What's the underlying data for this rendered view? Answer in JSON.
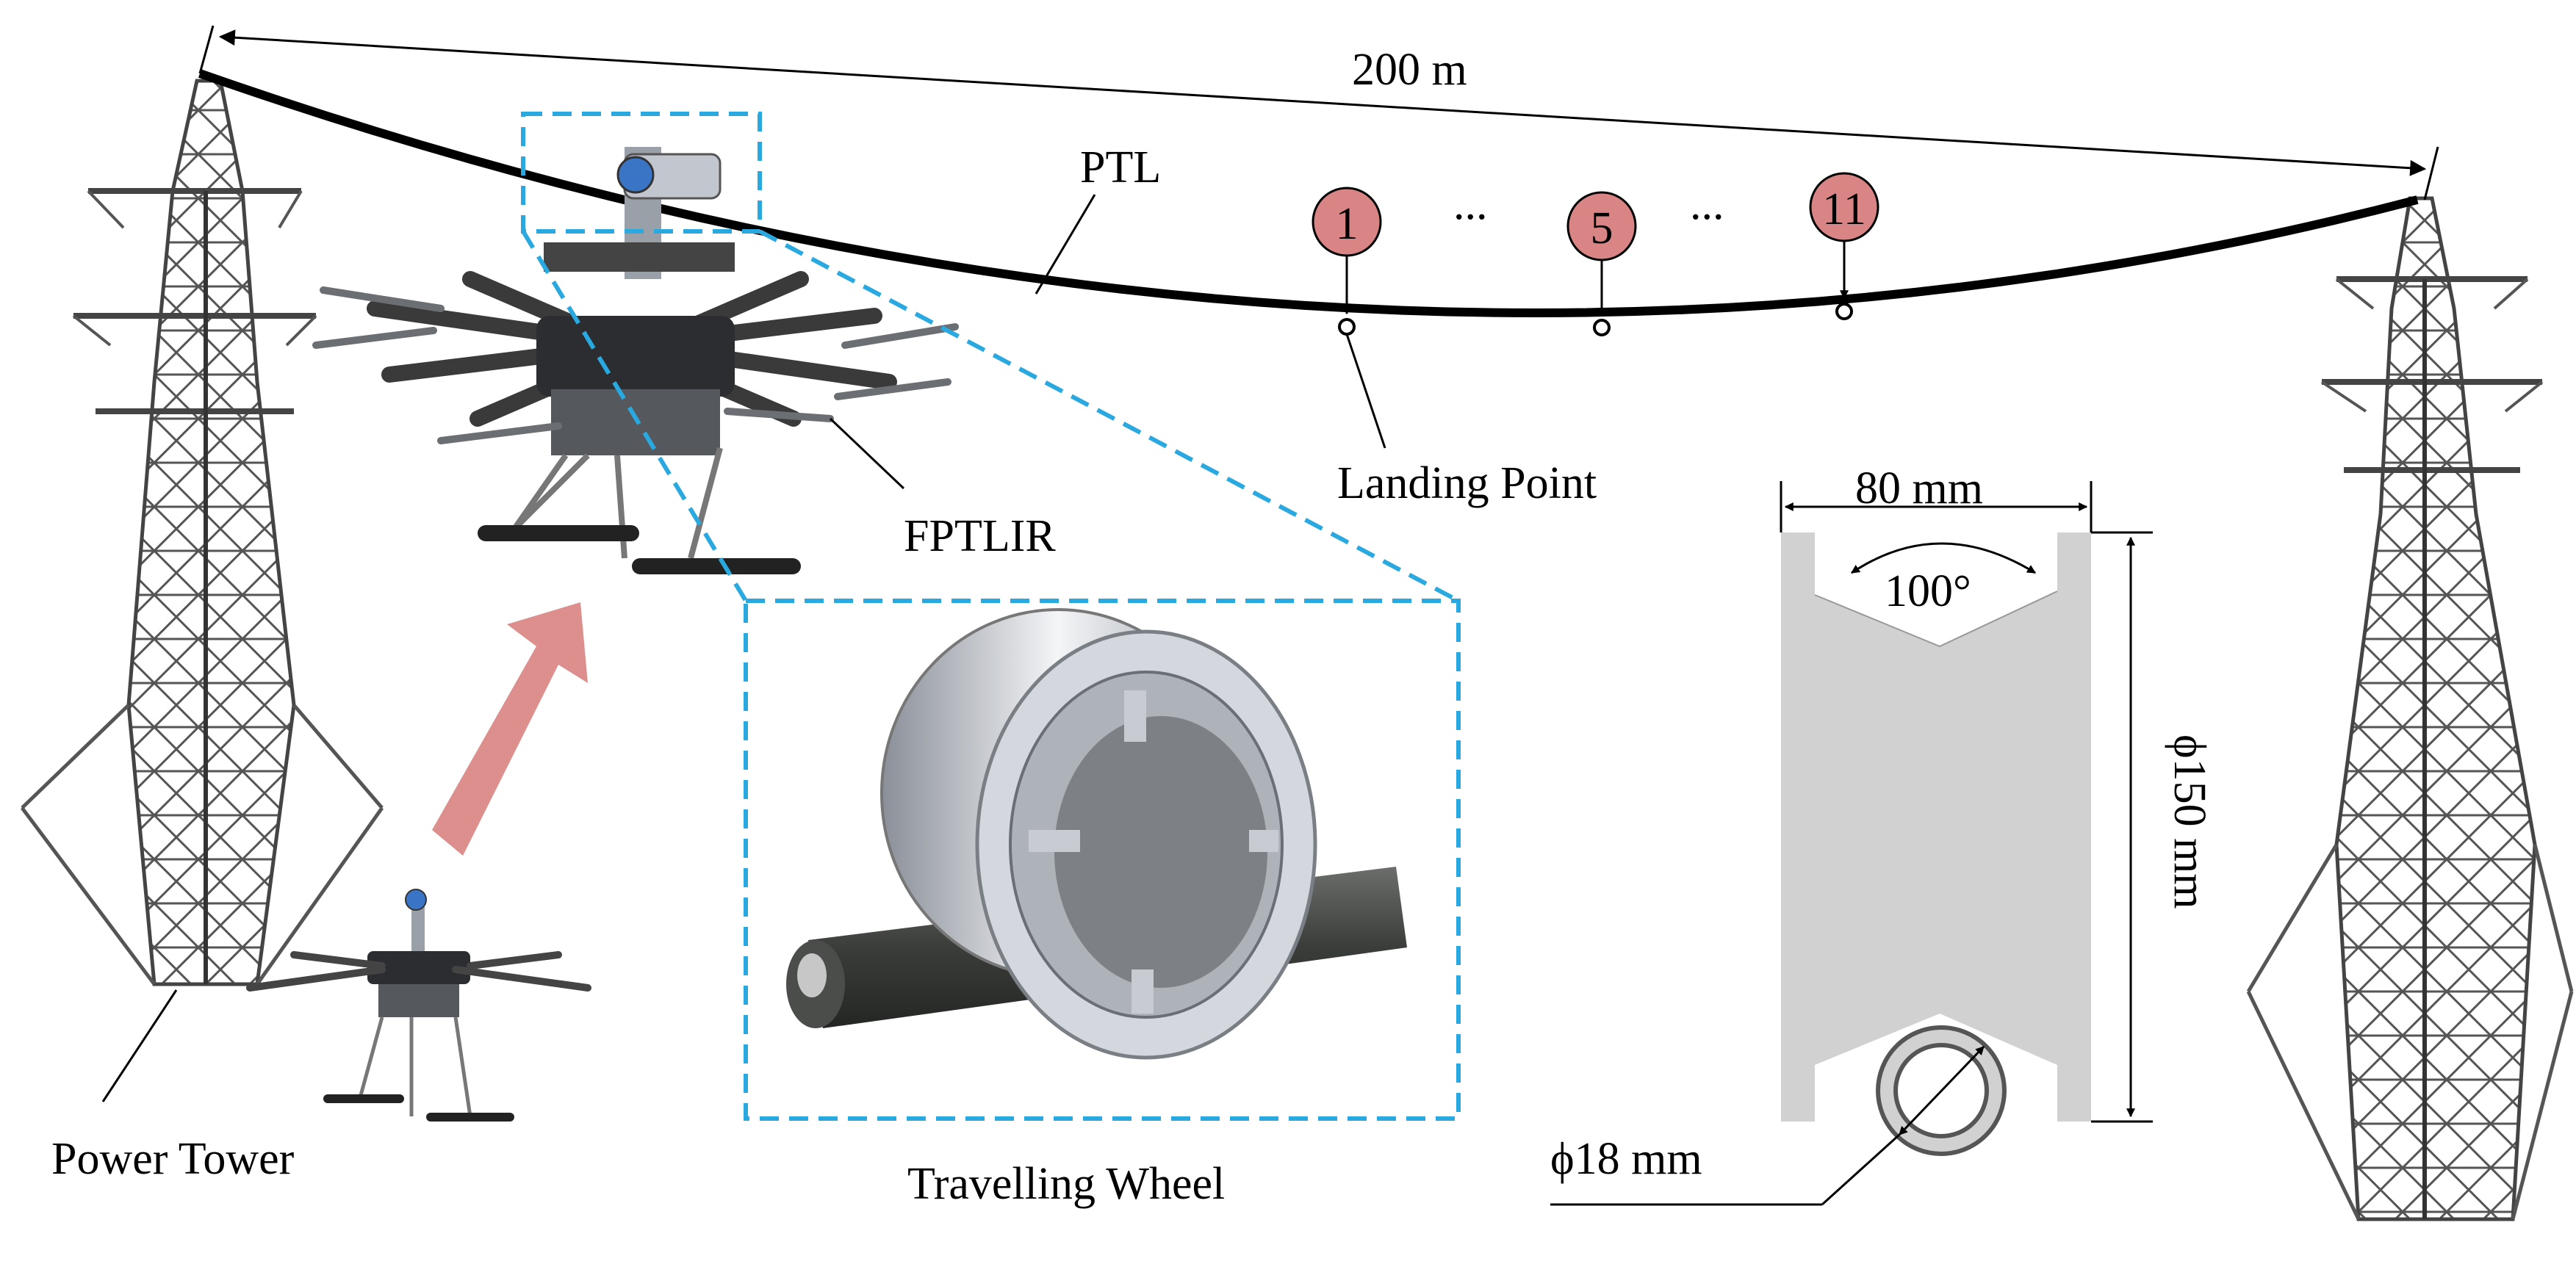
{
  "labels": {
    "span": "200 m",
    "line": "PTL",
    "robot": "FPTLIR",
    "landing": "Landing Point",
    "tower": "Power Tower",
    "wheel": "Travelling Wheel",
    "wheel_width": "80 mm",
    "groove_angle": "100°",
    "wheel_diameter": "ϕ150 mm",
    "cable_diameter": "ϕ18 mm",
    "ellipsis": "..."
  },
  "landing_points": [
    "1",
    "5",
    "11"
  ],
  "colors": {
    "zoom_box": "#2aa9e0",
    "marker_fill": "#d98585",
    "arrow_fill": "#dc8f8c",
    "wheel_gray": "#d1d1d1"
  }
}
